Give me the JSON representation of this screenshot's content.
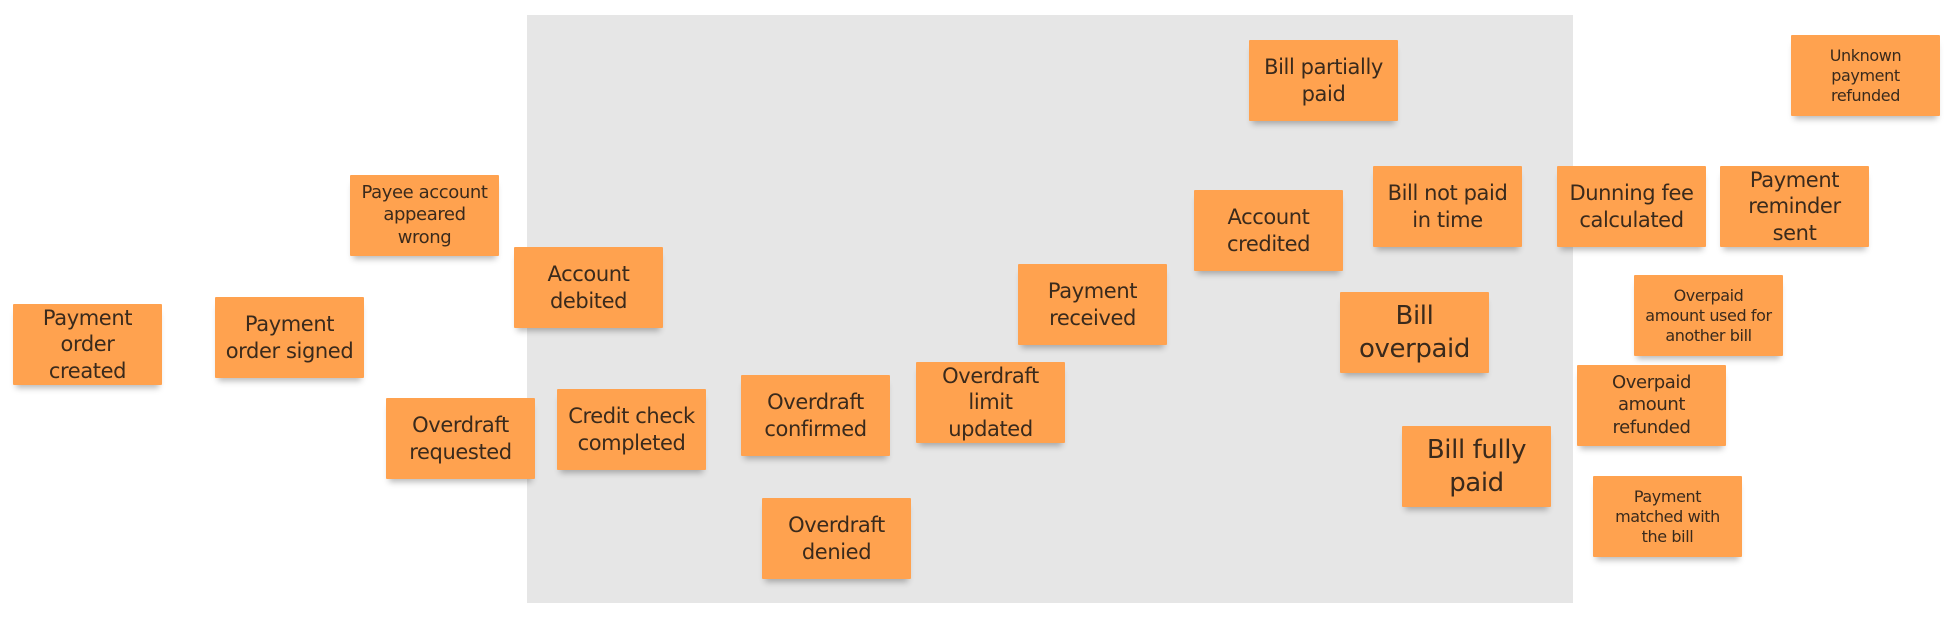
{
  "colors": {
    "sticky": "#ffa24f",
    "zone": "#e6e6e6",
    "text": "#3a2a1c"
  },
  "notes": [
    {
      "id": "payment-order-created",
      "label": "Payment order created"
    },
    {
      "id": "payment-order-signed",
      "label": "Payment order signed"
    },
    {
      "id": "payee-account-appeared-wrong",
      "label": "Payee account appeared wrong"
    },
    {
      "id": "overdraft-requested",
      "label": "Overdraft requested"
    },
    {
      "id": "account-debited",
      "label": "Account debited"
    },
    {
      "id": "credit-check-completed",
      "label": "Credit check completed"
    },
    {
      "id": "overdraft-confirmed",
      "label": "Overdraft confirmed"
    },
    {
      "id": "overdraft-denied",
      "label": "Overdraft denied"
    },
    {
      "id": "overdraft-limit-updated",
      "label": "Overdraft limit updated"
    },
    {
      "id": "payment-received",
      "label": "Payment received"
    },
    {
      "id": "account-credited",
      "label": "Account credited"
    },
    {
      "id": "bill-partially-paid",
      "label": "Bill partially paid"
    },
    {
      "id": "bill-not-paid-in-time",
      "label": "Bill not paid in time"
    },
    {
      "id": "bill-overpaid",
      "label": "Bill overpaid"
    },
    {
      "id": "bill-fully-paid",
      "label": "Bill fully paid"
    },
    {
      "id": "dunning-fee-calculated",
      "label": "Dunning fee calculated"
    },
    {
      "id": "payment-reminder-sent",
      "label": "Payment reminder sent"
    },
    {
      "id": "unknown-payment-refunded",
      "label": "Unknown payment refunded"
    },
    {
      "id": "overpaid-amount-used-for-another-bill",
      "label": "Overpaid amount used for another bill"
    },
    {
      "id": "overpaid-amount-refunded",
      "label": "Overpaid amount refunded"
    },
    {
      "id": "payment-matched-with-the-bill",
      "label": "Payment matched with the bill"
    }
  ]
}
